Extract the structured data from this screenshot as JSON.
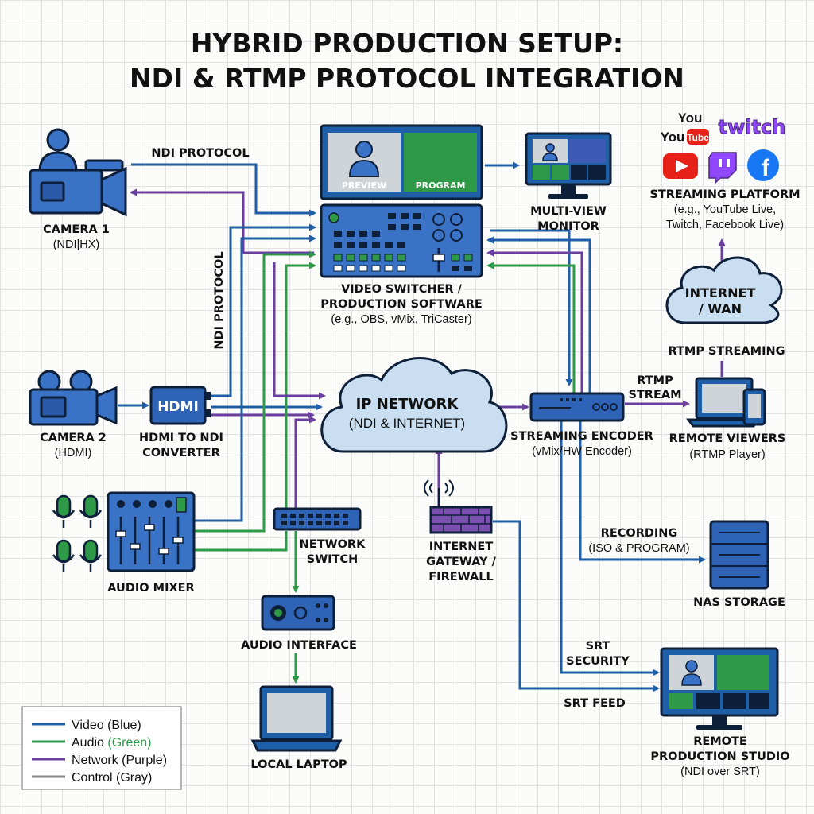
{
  "title": {
    "line1": "HYBRID PRODUCTION SETUP:",
    "line2": "NDI & RTMP PROTOCOL INTEGRATION"
  },
  "colors": {
    "video": "#1f5fa8",
    "audio": "#2e9a48",
    "network": "#6a3fa0",
    "control": "#888888",
    "device_fill": "#3a73c6",
    "device_stroke": "#0e1f3a"
  },
  "nodes": {
    "camera1": {
      "label": "CAMERA 1",
      "sub": "(NDI|HX)"
    },
    "camera2": {
      "label": "CAMERA 2",
      "sub": "(HDMI)"
    },
    "hdmi_converter": {
      "badge": "HDMI",
      "line1": "HDMI TO NDI",
      "line2": "CONVERTER"
    },
    "audio_mixer": {
      "label": "AUDIO MIXER"
    },
    "switcher": {
      "preview": "PREVIEW",
      "program": "PROGRAM",
      "line1": "VIDEO SWITCHER /",
      "line2": "PRODUCTION SOFTWARE",
      "sub": "(e.g., OBS, vMix, TriCaster)"
    },
    "multiview": {
      "line1": "MULTI-VIEW",
      "line2": "MONITOR"
    },
    "ip_network": {
      "line1": "IP NETWORK",
      "line2": "(NDI & INTERNET)"
    },
    "network_switch": {
      "line1": "NETWORK",
      "line2": "SWITCH"
    },
    "audio_interface": {
      "label": "AUDIO INTERFACE"
    },
    "local_laptop": {
      "label": "LOCAL LAPTOP"
    },
    "gateway": {
      "line1": "INTERNET",
      "line2": "GATEWAY /",
      "line3": "FIREWALL"
    },
    "encoder": {
      "label": "STREAMING ENCODER",
      "sub": "(vMix/HW Encoder)"
    },
    "remote_viewers": {
      "label": "REMOTE VIEWERS",
      "sub": "(RTMP Player)"
    },
    "internet": {
      "line1": "INTERNET",
      "line2": "/ WAN"
    },
    "platform": {
      "label": "STREAMING PLATFORM",
      "sub1": "(e.g., YouTube Live,",
      "sub2": "Twitch, Facebook Live)",
      "yt_small": "You",
      "yt_badge": "Tube",
      "twitch": "twitch",
      "fb": "f"
    },
    "nas": {
      "label": "NAS STORAGE"
    },
    "remote_studio": {
      "line1": "REMOTE",
      "line2": "PRODUCTION STUDIO",
      "sub": "(NDI over SRT)"
    }
  },
  "edge_labels": {
    "ndi_top": "NDI PROTOCOL",
    "ndi_vertical": "NDI PROTOCOL",
    "rtmp_streaming": "RTMP STREAMING",
    "rtmp_stream_1": "RTMP",
    "rtmp_stream_2": "STREAM",
    "recording_1": "RECORDING",
    "recording_2": "(ISO & PROGRAM)",
    "srt_security_1": "SRT",
    "srt_security_2": "SECURITY",
    "srt_feed": "SRT FEED"
  },
  "legend": [
    {
      "text": "Video (Blue)",
      "color": "#1f5fa8",
      "highlight": ""
    },
    {
      "text": "Audio ",
      "color": "#2e9a48",
      "highlight": "(Green)"
    },
    {
      "text": "Network (Purple)",
      "color": "#6a3fa0",
      "highlight": ""
    },
    {
      "text": "Control (Gray)",
      "color": "#888888",
      "highlight": ""
    }
  ]
}
